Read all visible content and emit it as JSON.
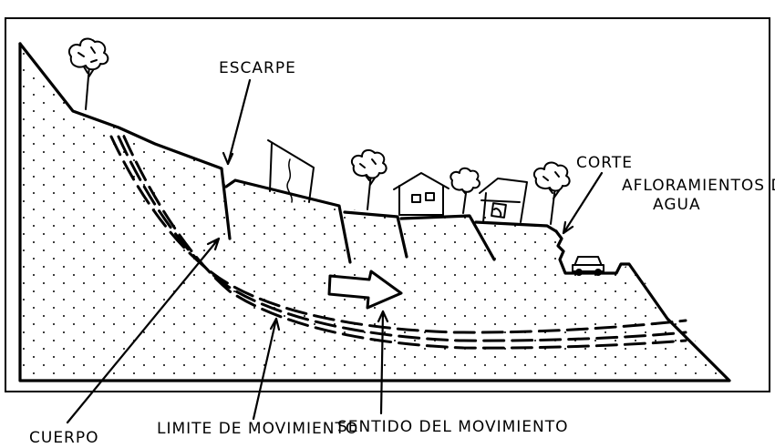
{
  "labels": {
    "escarpe": "ESCARPE",
    "corte": "CORTE",
    "afloramientos_line1": "AFLORAMIENTOS DE",
    "afloramientos_line2": "AGUA",
    "cuerpo": "CUERPO",
    "limite": "LIMITE DE MOVIMIENTO",
    "sentido": "SENTIDO DEL MOVIMIENTO"
  }
}
